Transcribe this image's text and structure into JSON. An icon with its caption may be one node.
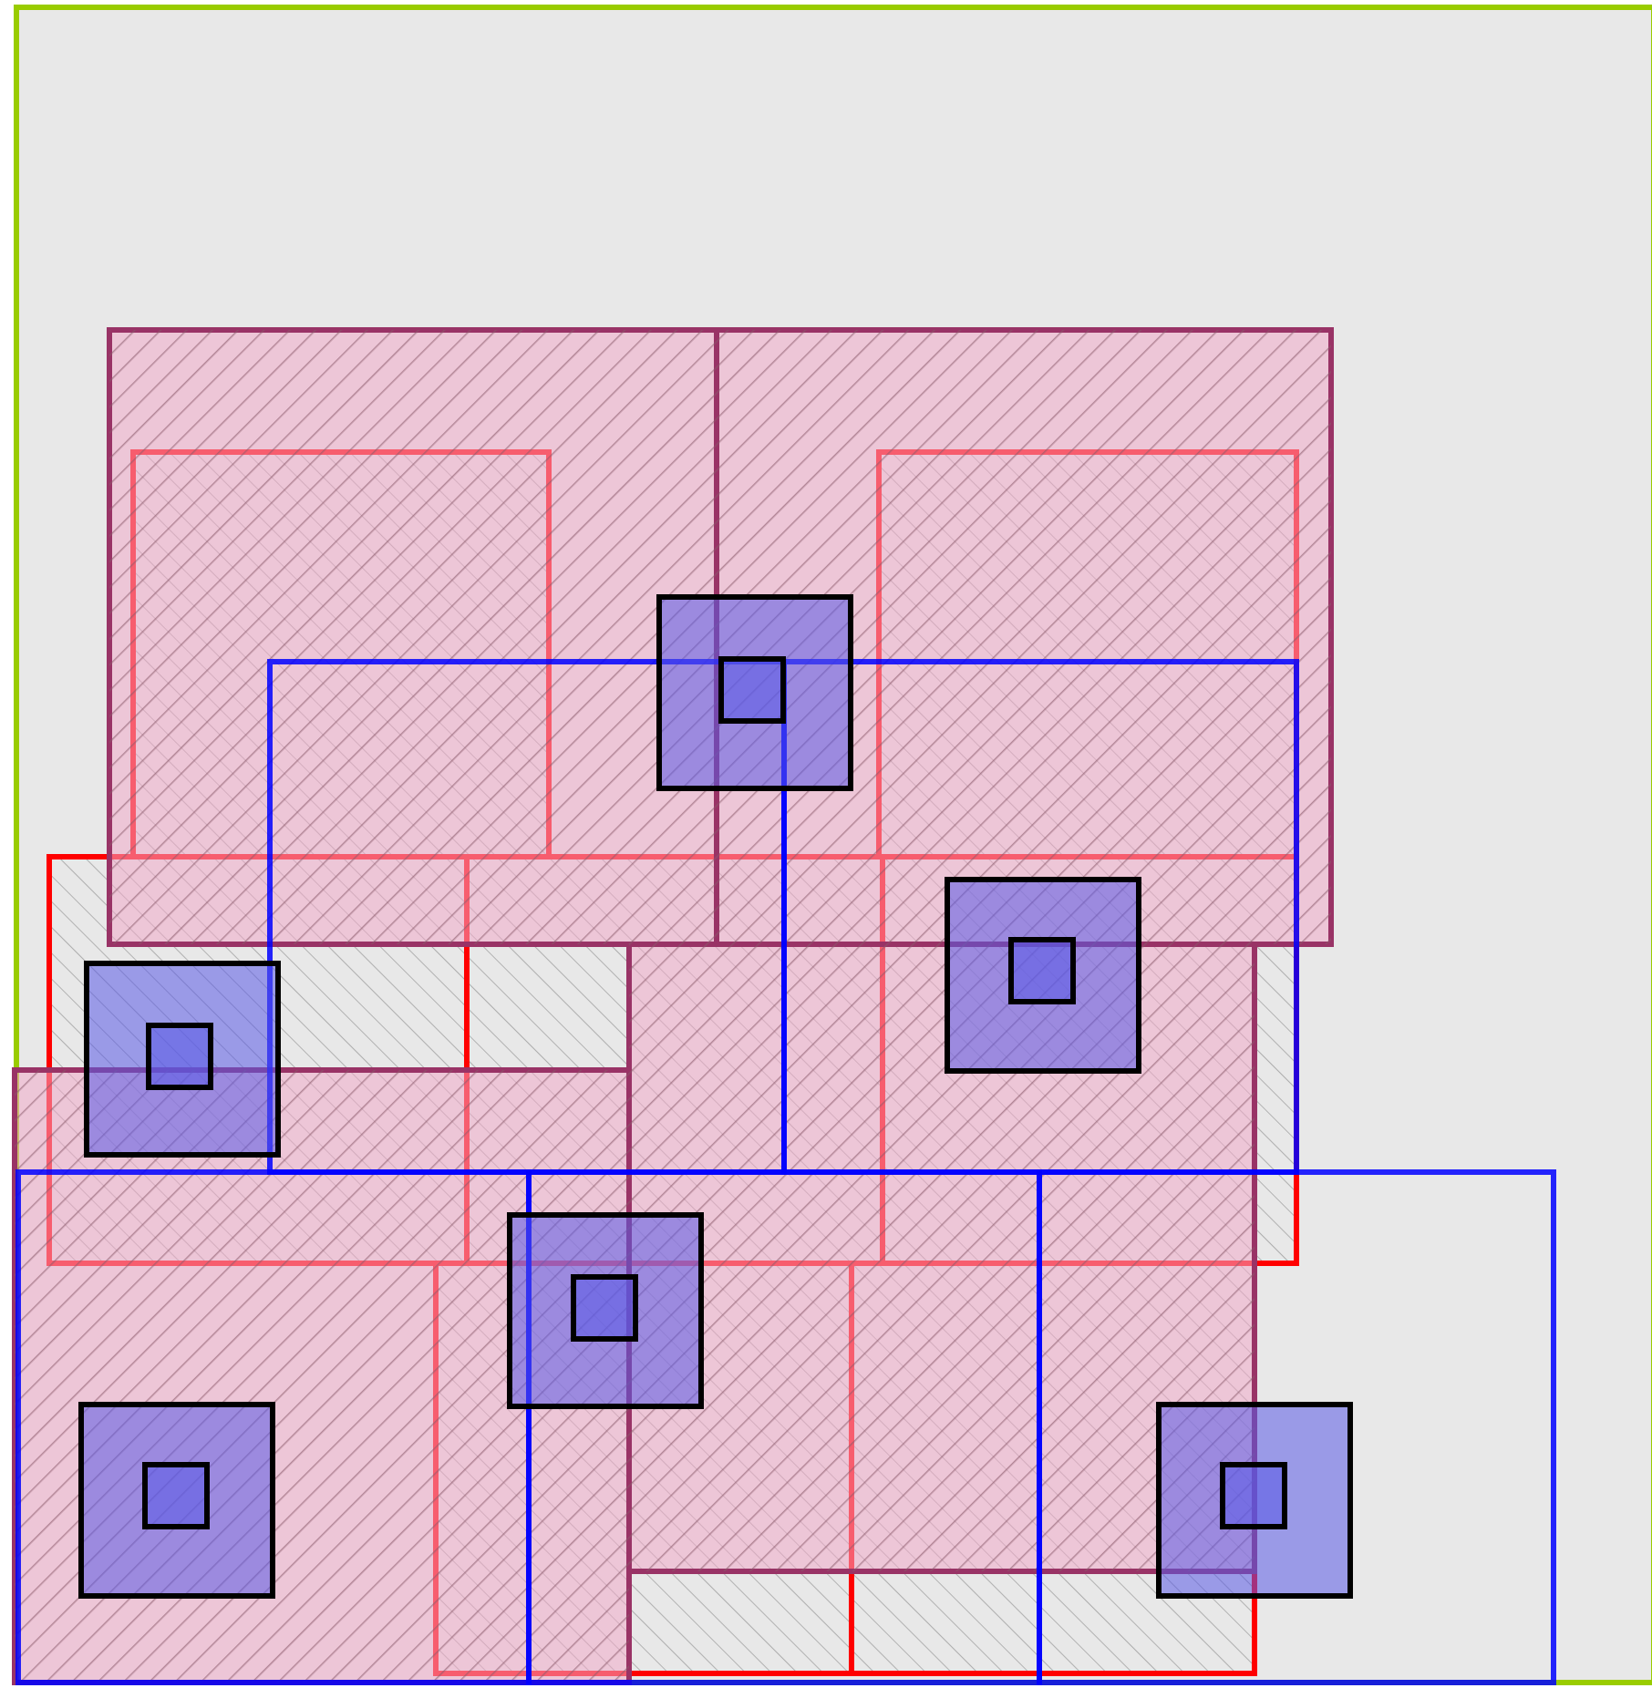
{
  "diagram": {
    "nodes": [
      {
        "text": [],
        "shape": "box"
      },
      {
        "text": [],
        "shape": "box",
        "in": 0
      },
      {
        "text": [],
        "shape": "box"
      },
      {
        "text": [],
        "shape": "box",
        "in": 2
      },
      {
        "text": [],
        "shape": "box"
      },
      {
        "text": [],
        "shape": "box",
        "in": 4
      },
      {
        "text": [],
        "shape": "box"
      },
      {
        "text": [],
        "shape": "box",
        "in": 6
      },
      {
        "text": [],
        "shape": "box"
      },
      {
        "text": [],
        "shape": "box",
        "in": 8
      },
      {
        "text": [],
        "shape": "box"
      },
      {
        "text": [],
        "shape": "box",
        "in": 10
      }
    ]
  }
}
